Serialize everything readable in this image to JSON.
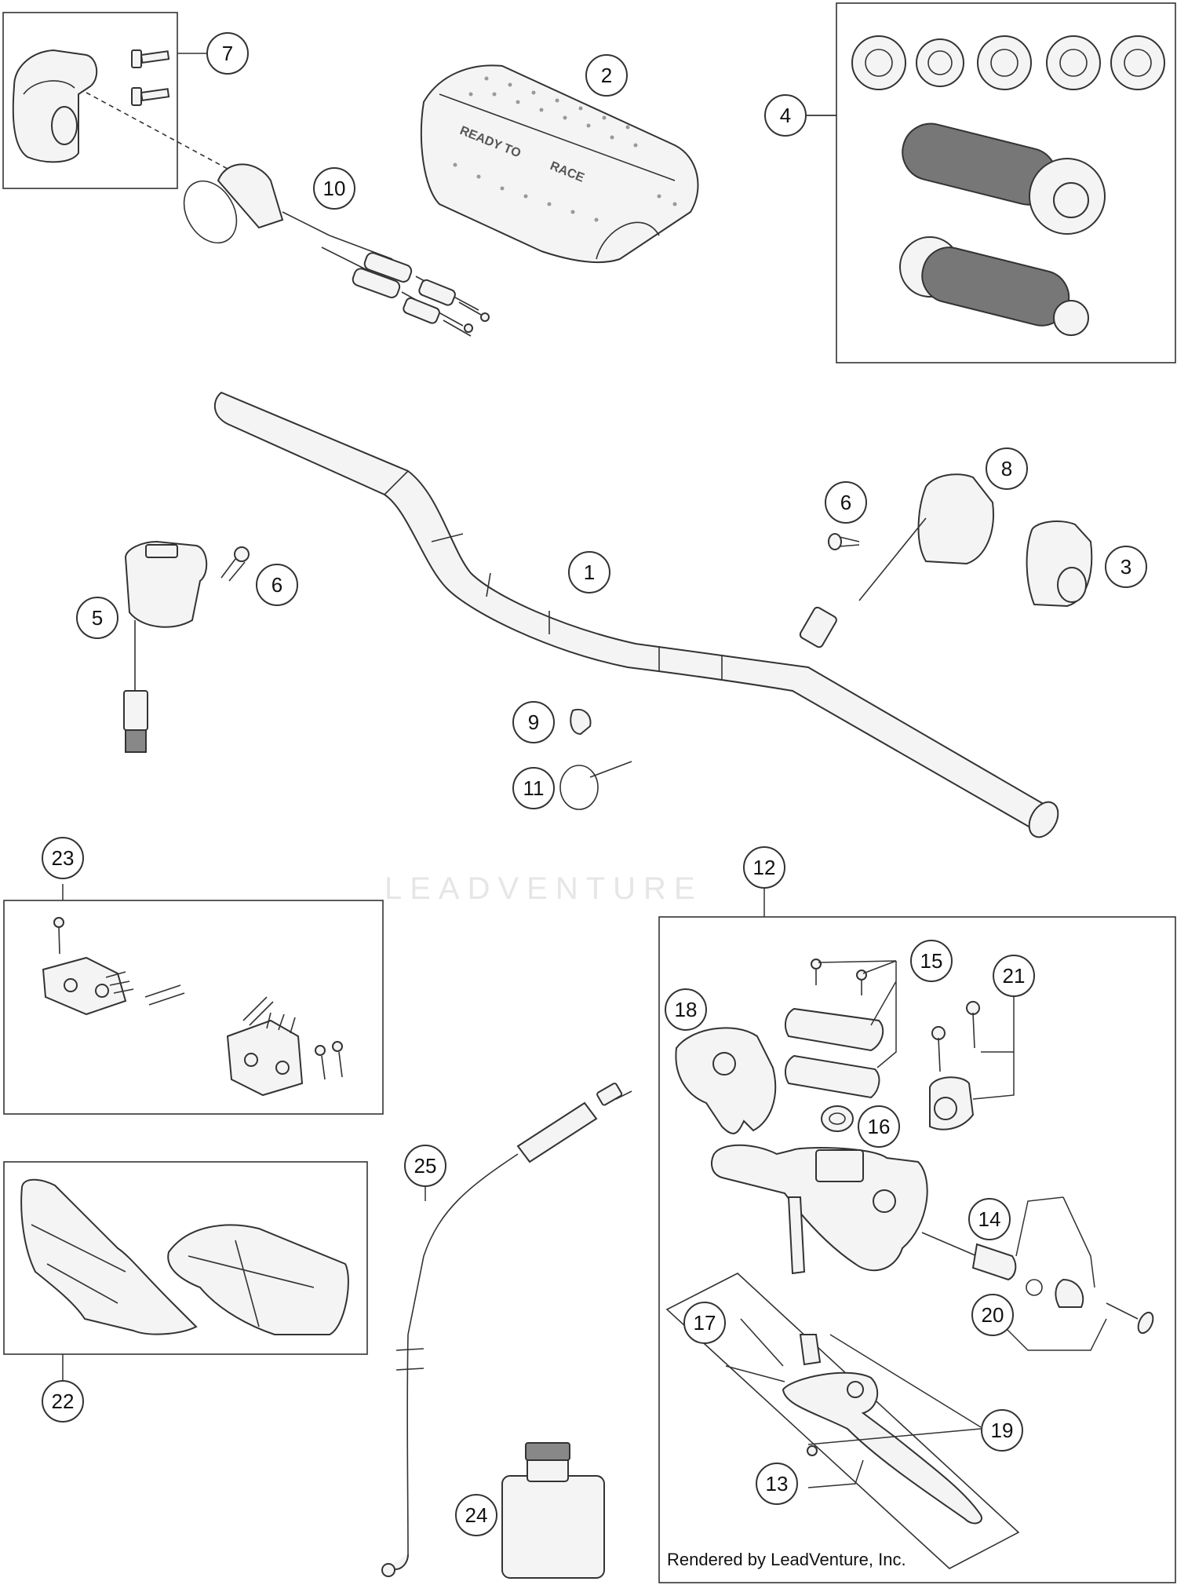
{
  "callouts": [
    {
      "id": "1",
      "label": "1"
    },
    {
      "id": "2",
      "label": "2"
    },
    {
      "id": "3",
      "label": "3"
    },
    {
      "id": "4",
      "label": "4"
    },
    {
      "id": "5",
      "label": "5"
    },
    {
      "id": "6a",
      "label": "6"
    },
    {
      "id": "6b",
      "label": "6"
    },
    {
      "id": "7",
      "label": "7"
    },
    {
      "id": "8",
      "label": "8"
    },
    {
      "id": "9",
      "label": "9"
    },
    {
      "id": "10",
      "label": "10"
    },
    {
      "id": "11",
      "label": "11"
    },
    {
      "id": "12",
      "label": "12"
    },
    {
      "id": "13",
      "label": "13"
    },
    {
      "id": "14",
      "label": "14"
    },
    {
      "id": "15",
      "label": "15"
    },
    {
      "id": "16",
      "label": "16"
    },
    {
      "id": "17",
      "label": "17"
    },
    {
      "id": "18",
      "label": "18"
    },
    {
      "id": "19",
      "label": "19"
    },
    {
      "id": "20",
      "label": "20"
    },
    {
      "id": "21",
      "label": "21"
    },
    {
      "id": "22",
      "label": "22"
    },
    {
      "id": "23",
      "label": "23"
    },
    {
      "id": "24",
      "label": "24"
    },
    {
      "id": "25",
      "label": "25"
    }
  ],
  "pad_text": {
    "line1": "READY TO",
    "line2": "RACE"
  },
  "watermark": "LEADVENTURE",
  "credit": "Rendered by LeadVenture, Inc."
}
